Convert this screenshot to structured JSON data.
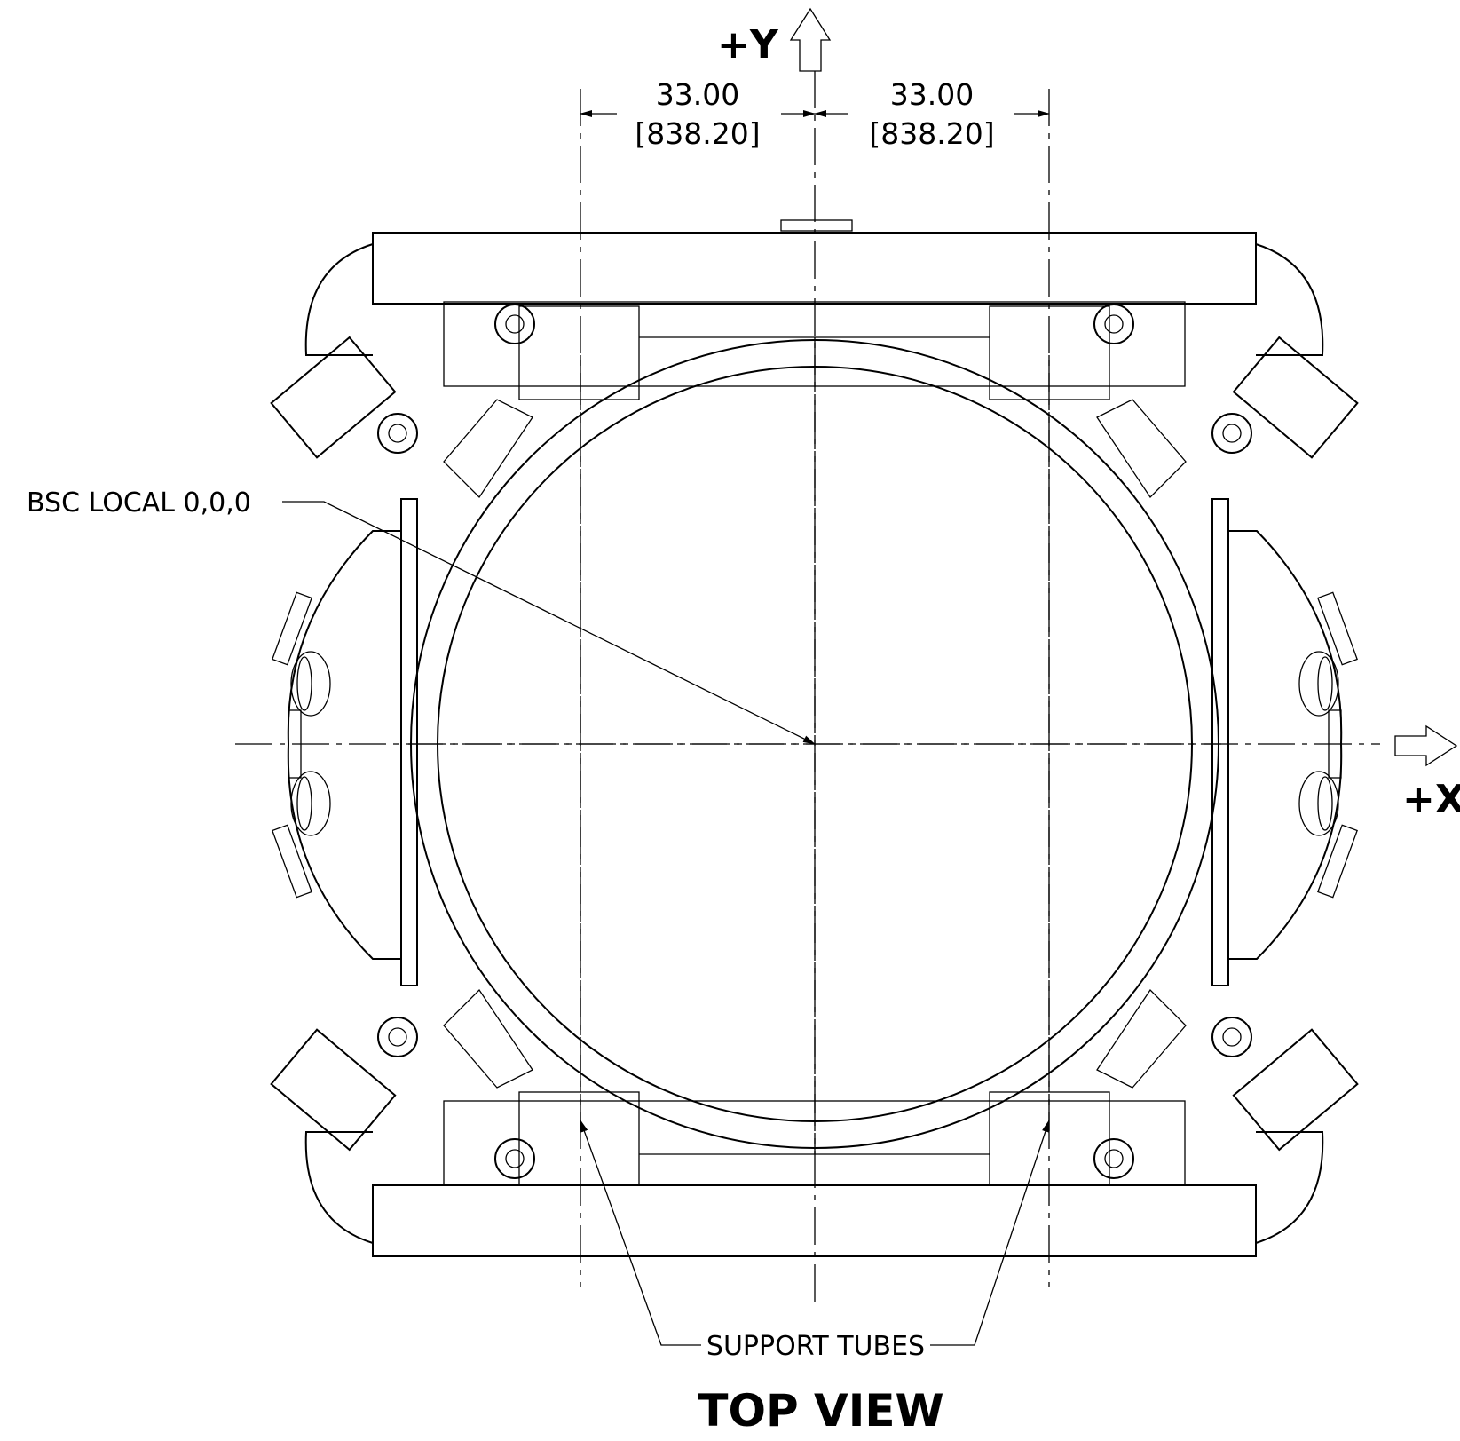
{
  "labels": {
    "dim_left_in": "33.00",
    "dim_left_mm": "[838.20]",
    "dim_right_in": "33.00",
    "dim_right_mm": "[838.20]",
    "origin_callout": "BSC LOCAL 0,0,0",
    "support_callout": "SUPPORT TUBES",
    "axis_y": "+Y",
    "axis_x": "+X",
    "view_title": "TOP VIEW"
  }
}
